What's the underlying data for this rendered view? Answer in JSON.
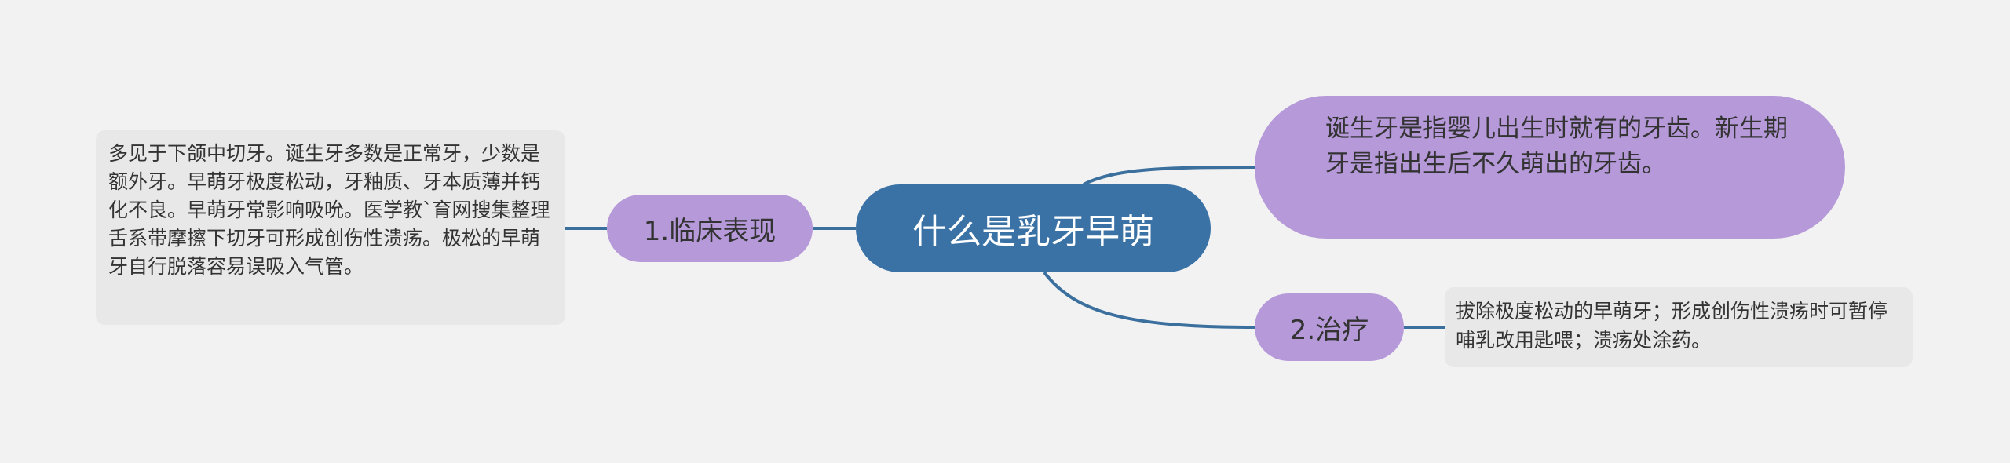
{
  "diagram": {
    "central": {
      "label": "什么是乳牙早萌"
    },
    "branches": [
      {
        "label": "1.临床表现",
        "detail": "多见于下颌中切牙。诞生牙多数是正常牙，少数是额外牙。早萌牙极度松动，牙釉质、牙本质薄并钙化不良。早萌牙常影响吸吮。医学教`育网搜集整理舌系带摩擦下切牙可形成创伤性溃疡。极松的早萌牙自行脱落容易误吸入气管。"
      },
      {
        "label": "诞生牙是指婴儿出生时就有的牙齿。新生期牙是指出生后不久萌出的牙齿。"
      },
      {
        "label": "2.治疗",
        "detail": "拔除极度松动的早萌牙；形成创伤性溃疡时可暂停哺乳改用匙喂；溃疡处涂药。"
      }
    ]
  },
  "colors": {
    "central_fill": "#3b72a6",
    "branch_fill": "#b699d9",
    "leaf_fill": "#e8e8e8",
    "connector": "#3b6f9e",
    "background": "#f2f2f2"
  }
}
